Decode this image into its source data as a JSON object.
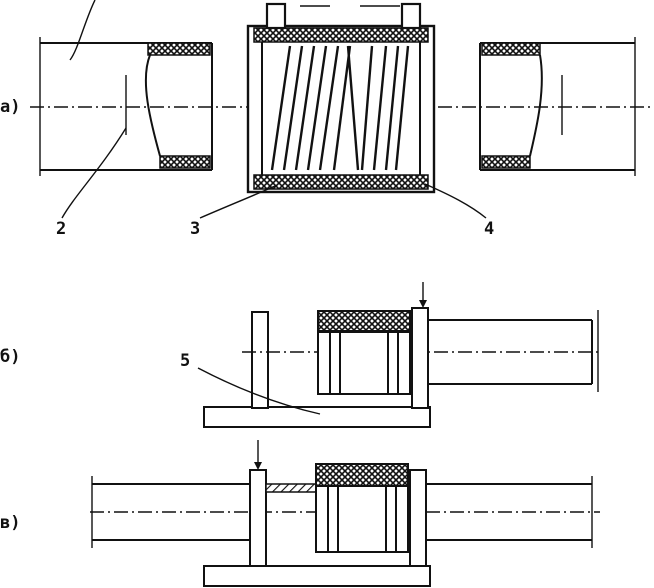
{
  "labels": {
    "view_a": "a)",
    "view_b": "б)",
    "view_c": "в)"
  },
  "callouts": {
    "n2": "2",
    "n3": "3",
    "n4": "4",
    "n5": "5"
  },
  "colors": {
    "ink": "#111111",
    "paper": "#ffffff"
  }
}
